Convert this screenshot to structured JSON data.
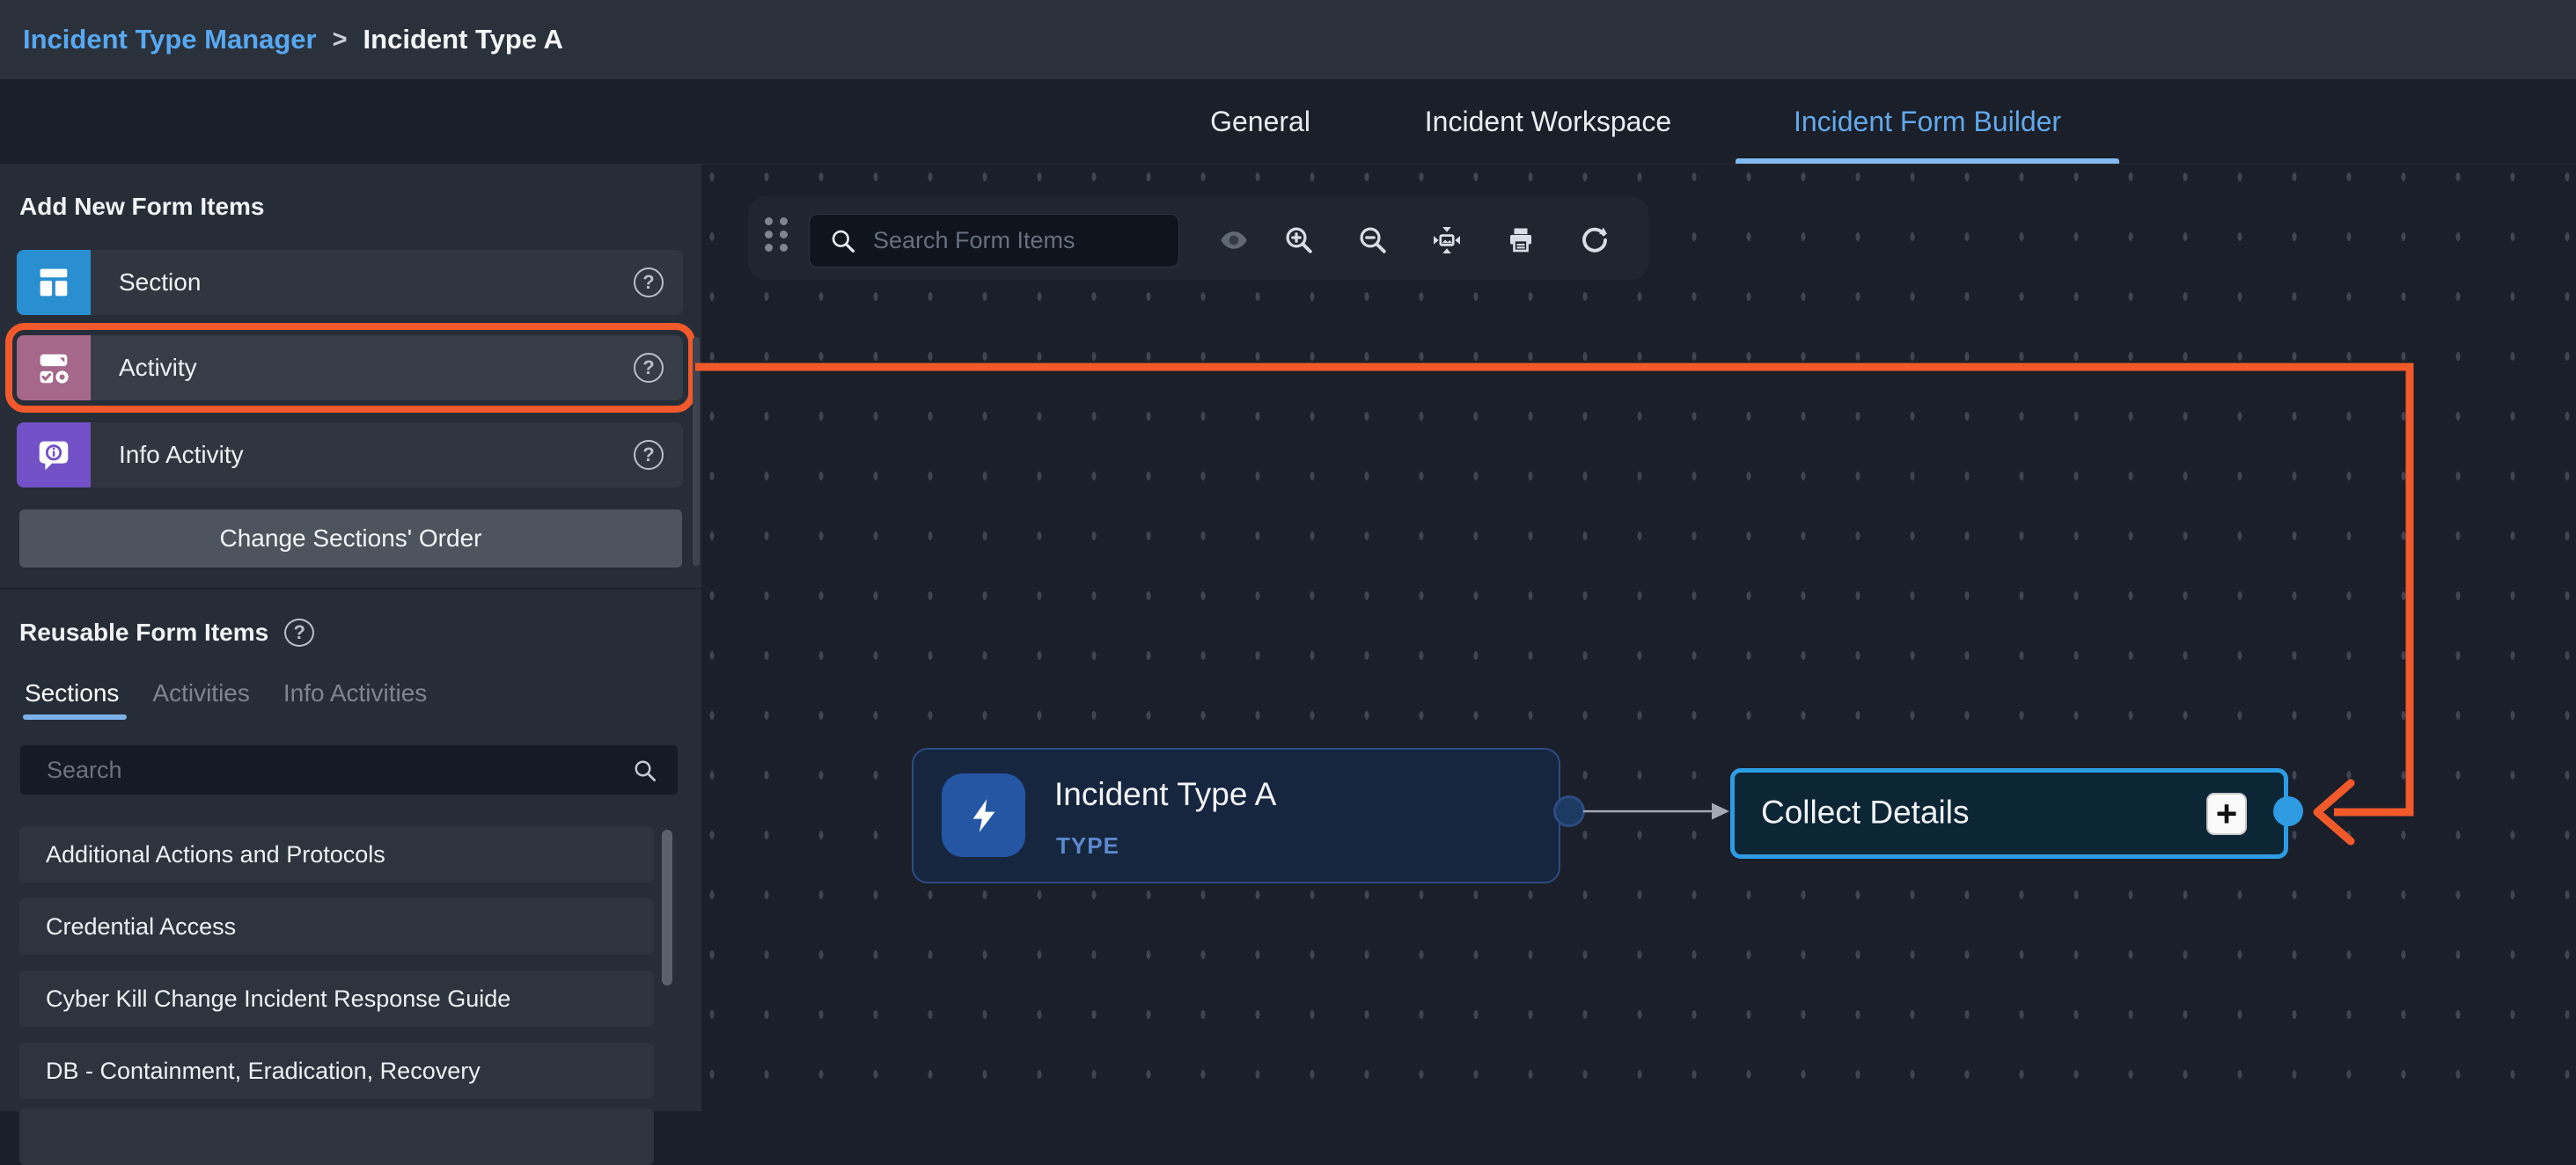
{
  "breadcrumb": {
    "root": "Incident Type Manager",
    "separator": ">",
    "current": "Incident Type A"
  },
  "tabs": [
    {
      "label": "General",
      "active": false
    },
    {
      "label": "Incident Workspace",
      "active": false
    },
    {
      "label": "Incident Form Builder",
      "active": true
    }
  ],
  "sidebar": {
    "add_heading": "Add New Form Items",
    "help_symbol": "?",
    "form_items": [
      {
        "label": "Section",
        "icon": "section-icon",
        "icon_color": "#2a8fd1",
        "highlighted": false
      },
      {
        "label": "Activity",
        "icon": "activity-icon",
        "icon_color": "#a5688b",
        "highlighted": true
      },
      {
        "label": "Info Activity",
        "icon": "info-activity-icon",
        "icon_color": "#7151c5",
        "highlighted": false
      }
    ],
    "change_order_label": "Change Sections' Order",
    "reusable_heading": "Reusable Form Items",
    "reusable_tabs": [
      {
        "label": "Sections",
        "active": true
      },
      {
        "label": "Activities",
        "active": false
      },
      {
        "label": "Info Activities",
        "active": false
      }
    ],
    "search_placeholder": "Search",
    "sections_list": [
      "Additional Actions and Protocols",
      "Credential Access",
      "Cyber Kill Change Incident Response Guide",
      "DB - Containment, Eradication, Recovery"
    ]
  },
  "canvas": {
    "toolbar": {
      "search_placeholder": "Search Form Items",
      "icons": [
        "drag-handle",
        "eye",
        "zoom-in",
        "zoom-out",
        "fit-view",
        "print",
        "refresh"
      ]
    },
    "flow": {
      "type_node": {
        "title": "Incident Type A",
        "badge": "TYPE",
        "icon": "lightning-bolt-icon"
      },
      "activity_node": {
        "title": "Collect Details",
        "add_label": "+"
      }
    }
  },
  "colors": {
    "annotation_orange": "#f2592a",
    "activity_node_blue": "#2e9ce4",
    "link_blue": "#57a8f1",
    "active_tab_blue": "#63a8ea",
    "section_icon_blue": "#2a8fd1",
    "activity_icon_mauve": "#a5688b",
    "info_icon_purple": "#7151c5",
    "type_badge_blue": "#5d87cd"
  }
}
